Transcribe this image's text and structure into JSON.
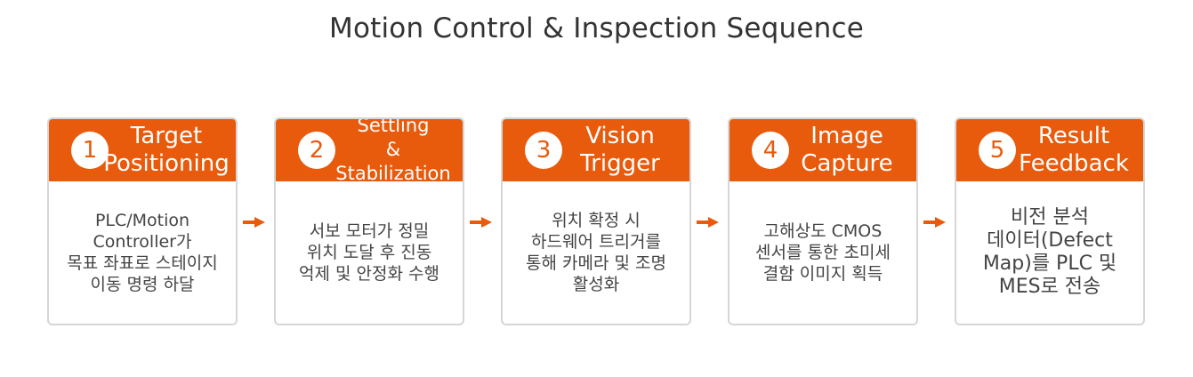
{
  "title": "Motion Control & Inspection Sequence",
  "accent_color": "#e85a0c",
  "steps": [
    {
      "number": "1",
      "title_lines": [
        "Target",
        "Positioning"
      ],
      "description": [
        "PLC/Motion",
        "Controller가",
        "목표 좌표로 스테이지",
        "이동 명령 하달"
      ]
    },
    {
      "number": "2",
      "title_lines": [
        "Settling",
        "&",
        "Stabilization"
      ],
      "description": [
        "서보 모터가 정밀",
        "위치 도달 후 진동",
        "억제 및 안정화 수행"
      ]
    },
    {
      "number": "3",
      "title_lines": [
        "Vision",
        "Trigger"
      ],
      "description": [
        "위치 확정 시",
        "하드웨어 트리거를",
        "통해 카메라 및 조명",
        "활성화"
      ]
    },
    {
      "number": "4",
      "title_lines": [
        "Image",
        "Capture"
      ],
      "description": [
        "고해상도 CMOS",
        "센서를 통한 초미세",
        "결함 이미지 획득"
      ]
    },
    {
      "number": "5",
      "title_lines": [
        "Result",
        "Feedback"
      ],
      "description": [
        "비전 분석",
        "데이터(Defect",
        "Map)를 PLC 및",
        "MES로 전송"
      ]
    }
  ]
}
